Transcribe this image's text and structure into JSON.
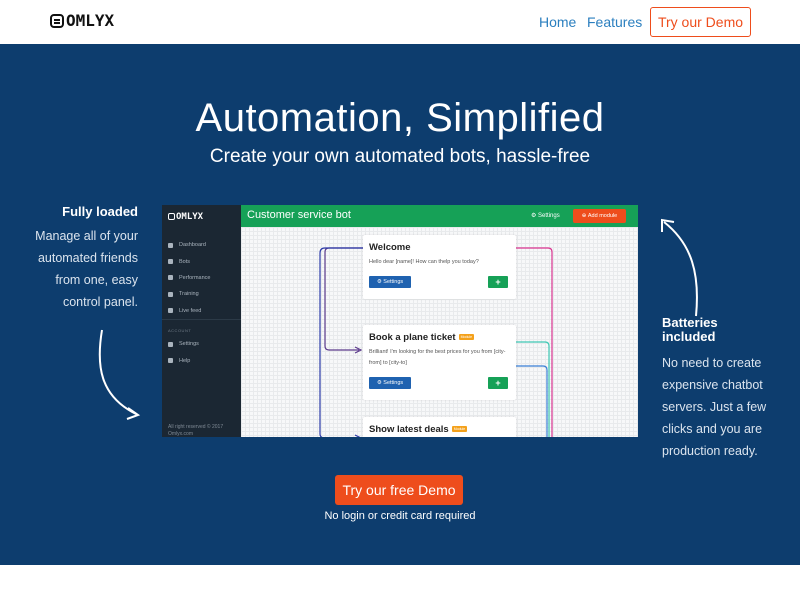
{
  "nav": {
    "logo_text": "OMLYX",
    "logo_tagline": "",
    "links": {
      "home": "Home",
      "features": "Features"
    },
    "demo_button": "Try our Demo"
  },
  "hero": {
    "title": "Automation, Simplified",
    "subtitle": "Create your own automated bots, hassle-free",
    "left_feature": {
      "title": "Fully loaded",
      "text": "Manage all of your automated friends from one, easy control panel."
    },
    "right_feature": {
      "title": "Batteries included",
      "text": "No need to create expensive chatbot servers. Just a few clicks and you are production ready."
    },
    "cta_button": "Try our free Demo",
    "cta_note": "No login or credit card required"
  },
  "app": {
    "logo_text": "OMLYX",
    "menu": [
      {
        "label": "Dashboard",
        "icon": "dashboard-icon"
      },
      {
        "label": "Bots",
        "icon": "list-icon"
      },
      {
        "label": "Performance",
        "icon": "chart-icon"
      },
      {
        "label": "Training",
        "icon": "graduation-icon"
      },
      {
        "label": "Live feed",
        "icon": "video-icon"
      }
    ],
    "account_label": "ACCOUNT",
    "account_menu": [
      {
        "label": "Settings",
        "icon": "gear-icon"
      },
      {
        "label": "Help",
        "icon": "question-icon"
      }
    ],
    "footer": "All right reserved © 2017 Omlyx.com",
    "bot_title": "Customer service bot",
    "settings_label": "Settings",
    "add_module_label": "Add module",
    "cards": [
      {
        "title": "Welcome",
        "badge": "",
        "text": "Hello dear [name]! How can thelp you today?",
        "button": "Settings"
      },
      {
        "title": "Book a plane ticket",
        "badge": "Module",
        "text": "Brilliant! I'm looking for the best prices for you from [city-from] to [city-to]",
        "button": "Settings"
      },
      {
        "title": "Show latest deals",
        "badge": "Module",
        "text": "",
        "button": ""
      }
    ],
    "colors": {
      "top_bar": "#16a157",
      "sidebar": "#1b2733",
      "accent": "#ee4d1c",
      "primary_button": "#1f62b0"
    }
  },
  "colors": {
    "hero_bg": "#0d3d6e",
    "brand_link": "#2b7fbf",
    "accent": "#ee4d1c"
  }
}
